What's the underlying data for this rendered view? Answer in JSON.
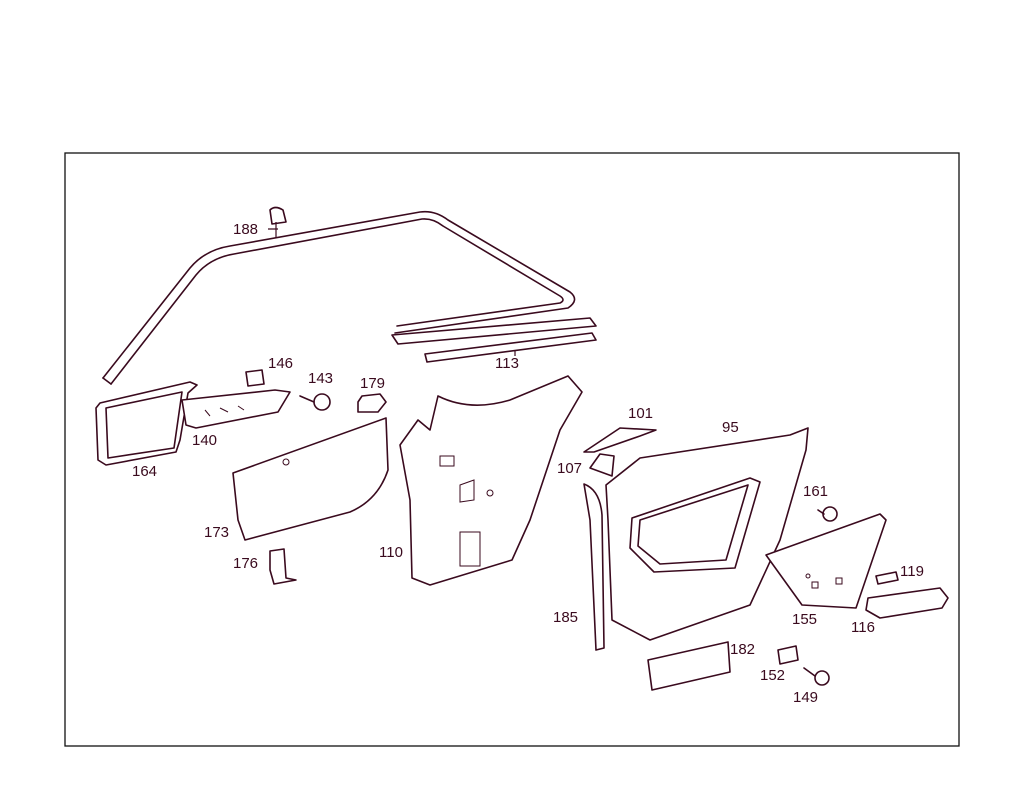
{
  "diagram": {
    "line_color": "#3a0a1e",
    "background": "#ffffff",
    "parts": [
      {
        "id": "188",
        "label": "188",
        "name": "part-188"
      },
      {
        "id": "113",
        "label": "113",
        "name": "part-113"
      },
      {
        "id": "146",
        "label": "146",
        "name": "part-146"
      },
      {
        "id": "143",
        "label": "143",
        "name": "part-143"
      },
      {
        "id": "179",
        "label": "179",
        "name": "part-179"
      },
      {
        "id": "140",
        "label": "140",
        "name": "part-140"
      },
      {
        "id": "164",
        "label": "164",
        "name": "part-164"
      },
      {
        "id": "173",
        "label": "173",
        "name": "part-173"
      },
      {
        "id": "176",
        "label": "176",
        "name": "part-176"
      },
      {
        "id": "110",
        "label": "110",
        "name": "part-110"
      },
      {
        "id": "101",
        "label": "101",
        "name": "part-101"
      },
      {
        "id": "95",
        "label": "95",
        "name": "part-95"
      },
      {
        "id": "107",
        "label": "107",
        "name": "part-107"
      },
      {
        "id": "161",
        "label": "161",
        "name": "part-161"
      },
      {
        "id": "119",
        "label": "119",
        "name": "part-119"
      },
      {
        "id": "155",
        "label": "155",
        "name": "part-155"
      },
      {
        "id": "116",
        "label": "116",
        "name": "part-116"
      },
      {
        "id": "185",
        "label": "185",
        "name": "part-185"
      },
      {
        "id": "182",
        "label": "182",
        "name": "part-182"
      },
      {
        "id": "152",
        "label": "152",
        "name": "part-152"
      },
      {
        "id": "149",
        "label": "149",
        "name": "part-149"
      }
    ]
  }
}
